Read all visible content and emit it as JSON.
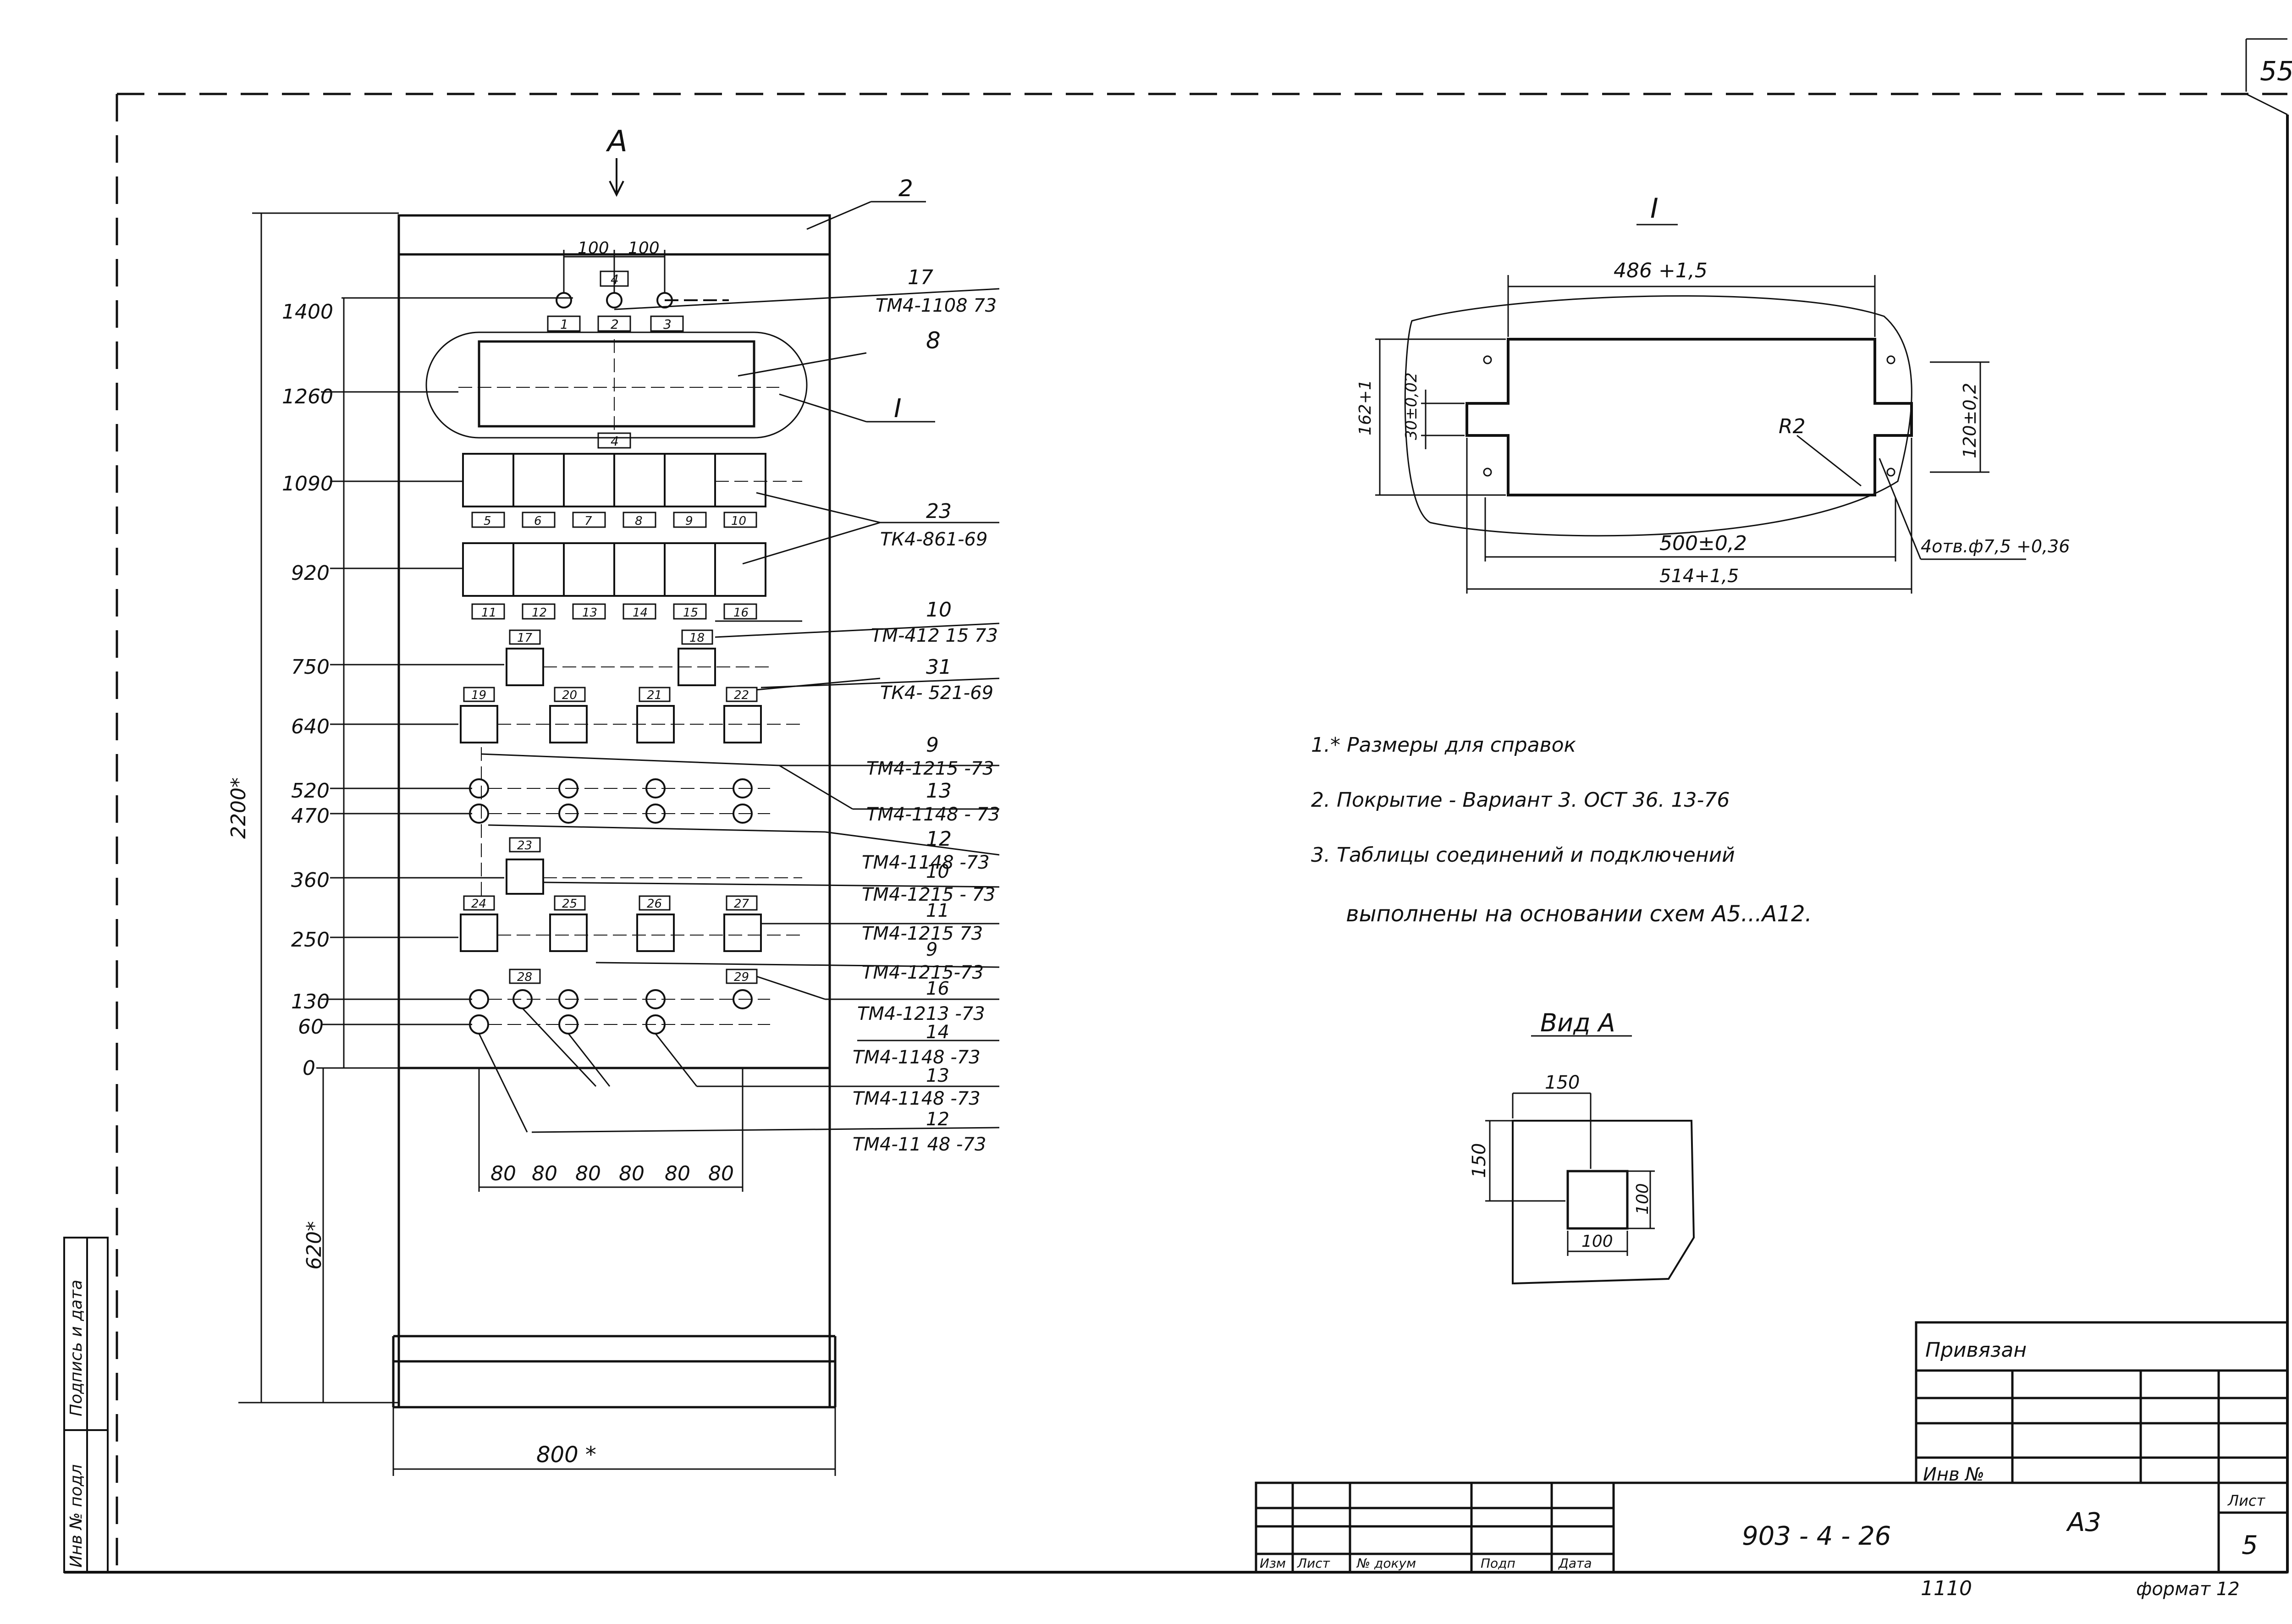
{
  "sheet": {
    "page_number": "55",
    "view_arrow_label": "А",
    "callout_2": "2",
    "callout_8": "8",
    "section_mark_label": "I",
    "top_dims": [
      "100",
      "100"
    ],
    "vertical_total": "2200*",
    "vertical_base": "620*",
    "bottom_width": "800 *",
    "bottom_spacings": [
      "80",
      "80",
      "80",
      "80",
      "80",
      "80"
    ]
  },
  "elevations": [
    "1400",
    "1260",
    "1090",
    "920",
    "750",
    "640",
    "520",
    "470",
    "360",
    "250",
    "130",
    "60",
    "0"
  ],
  "component_labels": [
    {
      "num": "17",
      "type": "ТМ4-1108 73"
    },
    {
      "num": "23",
      "type": "ТК4-861-69"
    },
    {
      "num": "10",
      "type": "ТМ-412 15 73"
    },
    {
      "num": "31",
      "type": "ТК4- 521-69"
    },
    {
      "num": "9",
      "type": "ТМ4-1215 -73"
    },
    {
      "num": "13",
      "type": "ТМ4-1148 - 73"
    },
    {
      "num": "12",
      "type": "ТМ4-1148 -73"
    },
    {
      "num": "10",
      "type": "ТМ4-1215 - 73"
    },
    {
      "num": "11",
      "type": "ТМ4-1215 73"
    },
    {
      "num": "9",
      "type": "ТМ4-1215-73"
    },
    {
      "num": "16",
      "type": "ТМ4-1213 -73"
    },
    {
      "num": "14",
      "type": "ТМ4-1148 -73"
    },
    {
      "num": "13",
      "type": "ТМ4-1148 -73"
    },
    {
      "num": "12",
      "type": "ТМ4-11 48 -73"
    }
  ],
  "tags": {
    "top": "4",
    "row1": [
      "1",
      "2",
      "3"
    ],
    "under_window": "4",
    "row_1090": [
      "5",
      "6",
      "7",
      "8",
      "9",
      "10"
    ],
    "row_920": [
      "11",
      "12",
      "13",
      "14",
      "15",
      "16"
    ],
    "row_750": [
      "17",
      "18"
    ],
    "row_640": [
      "19",
      "20",
      "21",
      "22"
    ],
    "row_360": "23",
    "row_250": [
      "24",
      "25",
      "26",
      "27"
    ],
    "row_130": [
      "28",
      "29"
    ]
  },
  "section_I": {
    "title": "I",
    "dim_top": "486 +1,5",
    "dim_left_outer": "162+1",
    "dim_left_inner": "30±0,02",
    "dim_right": "120±0,2",
    "radius": "R2",
    "holes": "4отв.ф7,5 +0,36",
    "dim_bottom_inner": "500±0,2",
    "dim_bottom_outer": "514+1,5"
  },
  "notes": [
    "1.* Размеры для справок",
    "2.  Покрытие - Вариант 3. ОСТ 36. 13-76",
    "3.  Таблицы соединений и подключений",
    "     выполнены на основании схем А5...А12."
  ],
  "view_A": {
    "title": "Вид А",
    "dim_top": "150",
    "dim_left": "150",
    "dim_right": "100",
    "dim_bottom": "100"
  },
  "title_block": {
    "privyazan": "Привязан",
    "inv_no": "Инв №",
    "designation": "903 - 4 - 26",
    "format_code": "А3",
    "sheet_label": "Лист",
    "sheet_number": "5",
    "column_headers": [
      "Изм",
      "Лист",
      "№ докум",
      "Подп",
      "Дата"
    ],
    "format_note": "формат 12",
    "copy_mark": "1110"
  },
  "side_stamp": {
    "col1": "Инв № подл",
    "col2": "Подпись и дата"
  }
}
